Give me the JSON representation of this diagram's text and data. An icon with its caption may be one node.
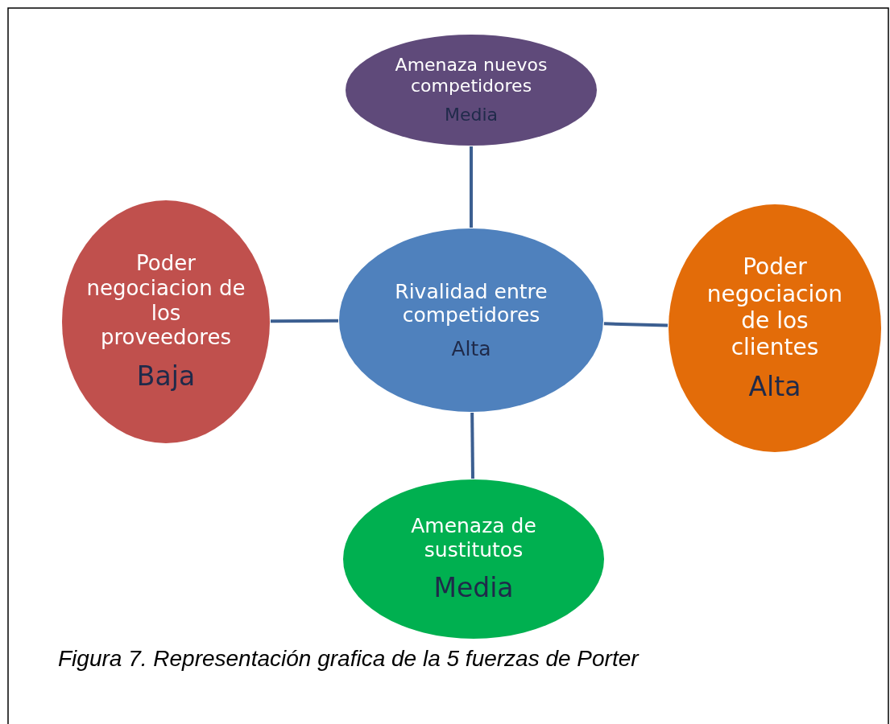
{
  "diagram": {
    "caption": "Figura 7. Representación grafica de la 5 fuerzas de Porter",
    "nodes": [
      {
        "text": [
          "Amenaza nuevos competidores",
          "Media"
        ]
      },
      {
        "text": [
          "Poder negociacion de los proveedores",
          "Baja"
        ]
      },
      {
        "text": [
          "Rivalidad entre competidores",
          "Alta"
        ]
      },
      {
        "text": [
          "Poder negociacion de los clientes",
          "Alta"
        ]
      },
      {
        "text": [
          "Amenaza de sustitutos",
          "Media"
        ]
      }
    ],
    "edges": [
      {
        "from": 2,
        "to": 0,
        "arrow": "none"
      },
      {
        "from": 2,
        "to": 1,
        "arrow": "none"
      },
      {
        "from": 2,
        "to": 3,
        "arrow": "none"
      },
      {
        "from": 2,
        "to": 4,
        "arrow": "none"
      }
    ]
  }
}
